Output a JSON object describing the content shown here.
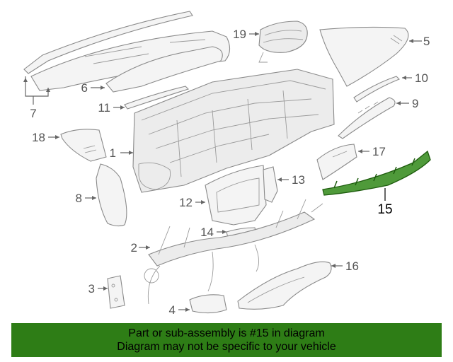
{
  "callouts": [
    {
      "id": "1",
      "label": "1"
    },
    {
      "id": "2",
      "label": "2"
    },
    {
      "id": "3",
      "label": "3"
    },
    {
      "id": "4",
      "label": "4"
    },
    {
      "id": "5",
      "label": "5"
    },
    {
      "id": "6",
      "label": "6"
    },
    {
      "id": "7",
      "label": "7"
    },
    {
      "id": "8",
      "label": "8"
    },
    {
      "id": "9",
      "label": "9"
    },
    {
      "id": "10",
      "label": "10"
    },
    {
      "id": "11",
      "label": "11"
    },
    {
      "id": "12",
      "label": "12"
    },
    {
      "id": "13",
      "label": "13"
    },
    {
      "id": "14",
      "label": "14"
    },
    {
      "id": "15",
      "label": "15"
    },
    {
      "id": "16",
      "label": "16"
    },
    {
      "id": "17",
      "label": "17"
    },
    {
      "id": "18",
      "label": "18"
    },
    {
      "id": "19",
      "label": "19"
    }
  ],
  "highlighted_part": {
    "label": "15",
    "color": "#2e7d16"
  },
  "banner": {
    "line1": "Part or sub-assembly is #15 in diagram",
    "line2": "Diagram may not be specific to your vehicle",
    "background": "#2e7d16"
  }
}
